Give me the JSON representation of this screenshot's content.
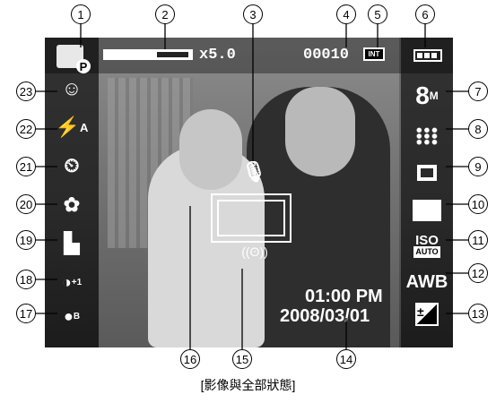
{
  "status_bar": {
    "zoom_label": "x5.0",
    "shot_count": "00010",
    "memory_label": "INT",
    "mode_label": "P"
  },
  "right_bar": {
    "size_value": "8",
    "size_unit": "M",
    "iso_label": "ISO",
    "iso_value": "AUTO",
    "wb_label": "AWB",
    "ev_glyph": "+/-"
  },
  "left_bar": {
    "flash_glyph": "A",
    "contrast_label": "+1",
    "effect_label": "B"
  },
  "overlay": {
    "time": "01:00 PM",
    "date": "2008/03/01"
  },
  "callouts": [
    "1",
    "2",
    "3",
    "4",
    "5",
    "6",
    "7",
    "8",
    "9",
    "10",
    "11",
    "12",
    "13",
    "14",
    "15",
    "16",
    "17",
    "18",
    "19",
    "20",
    "21",
    "22",
    "23"
  ],
  "caption": "[影像與全部狀態]",
  "icons": [
    "camera-mode-icon",
    "zoom-bar-icon",
    "voice-memo-icon",
    "internal-memory-icon",
    "battery-icon",
    "image-size-icon",
    "quality-icon",
    "metering-icon",
    "drive-mode-icon",
    "iso-icon",
    "white-balance-icon",
    "exposure-icon",
    "focus-frame-icon",
    "camera-shake-icon",
    "effect-icon",
    "contrast-icon",
    "sharpness-icon",
    "macro-icon",
    "self-timer-icon",
    "flash-icon",
    "face-detection-icon"
  ]
}
